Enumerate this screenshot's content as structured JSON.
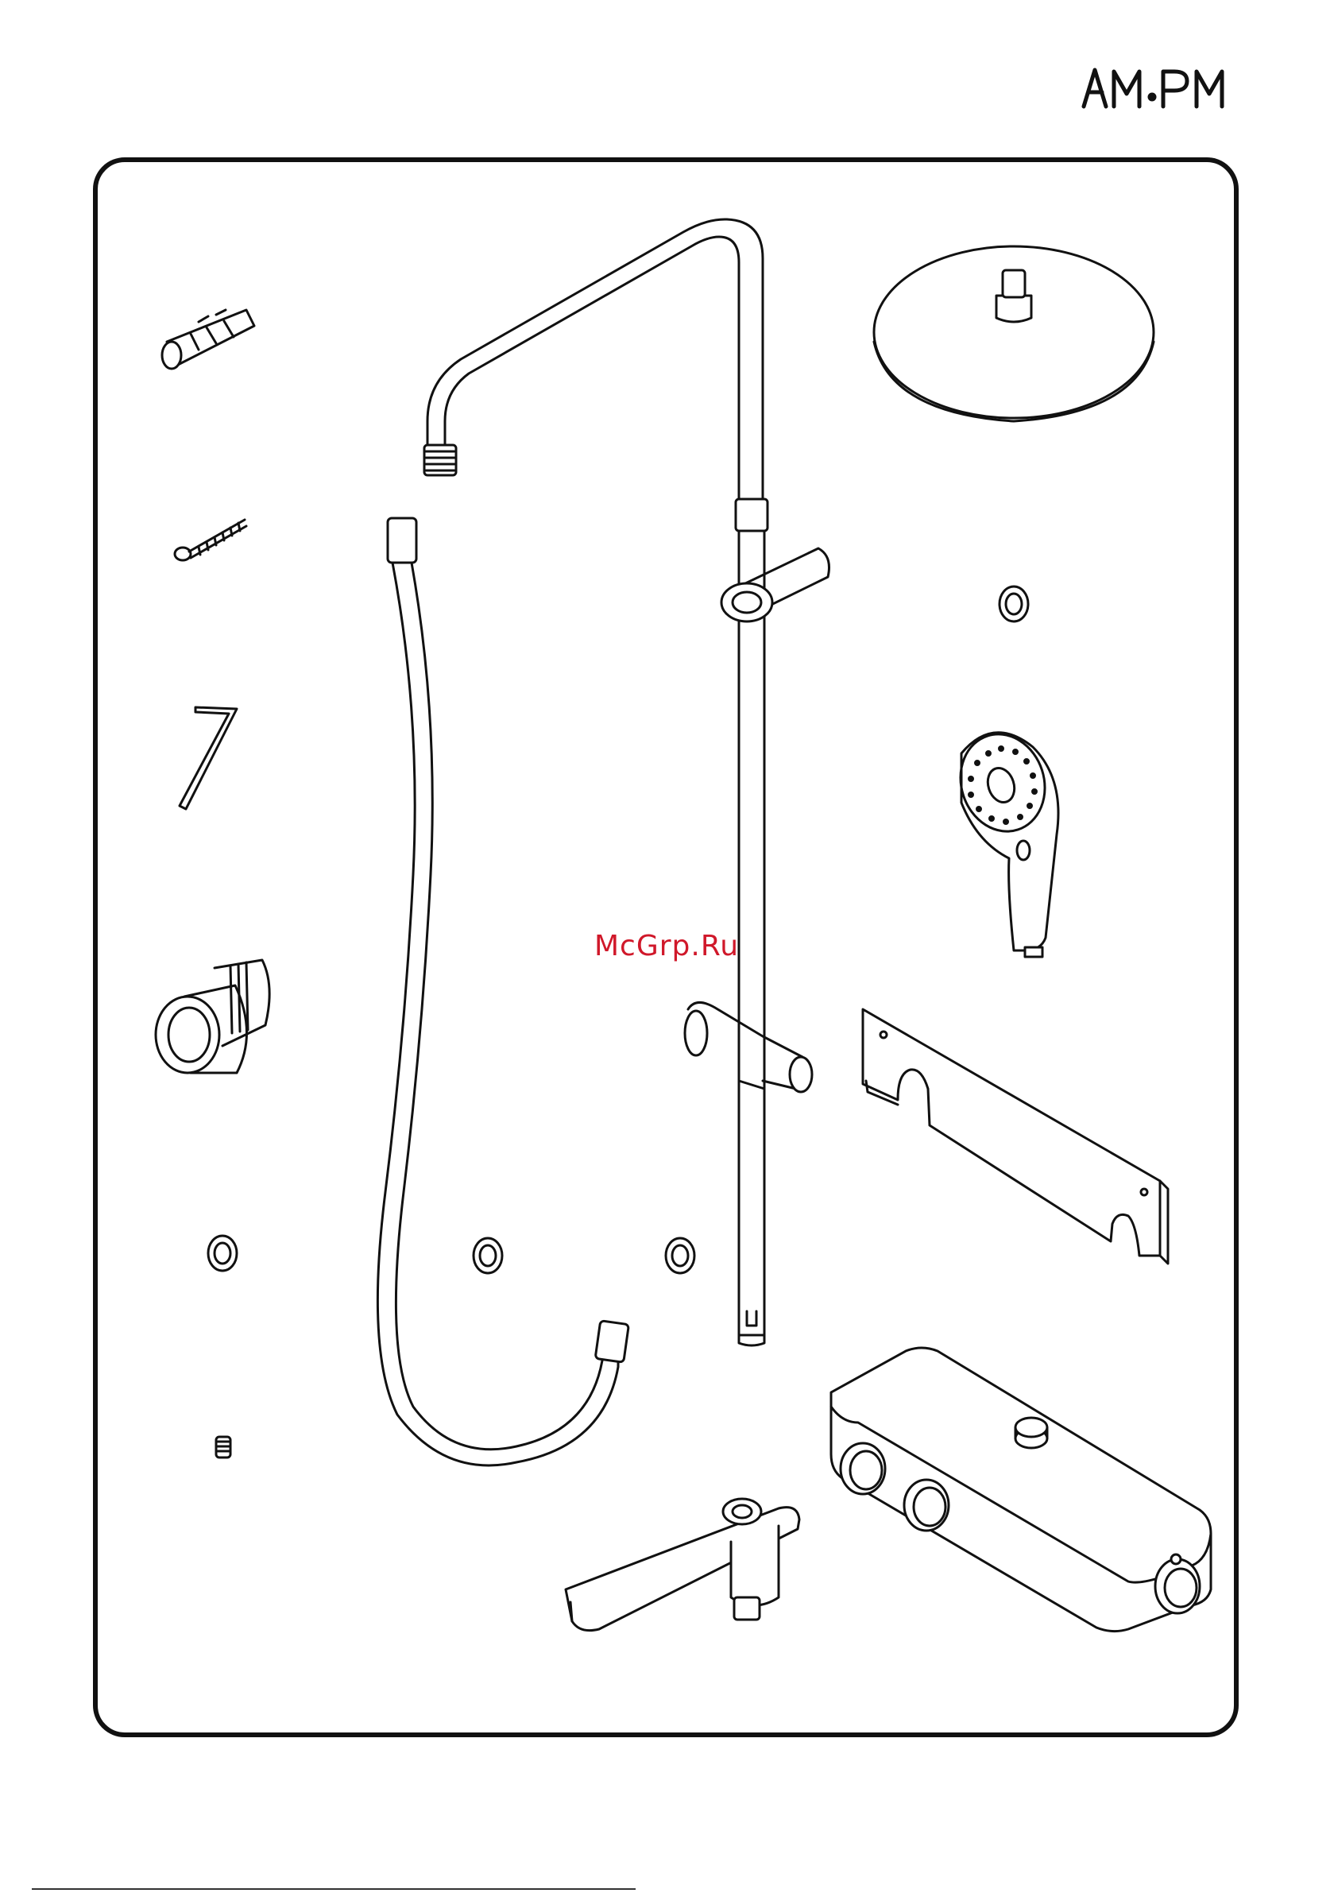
{
  "brand": {
    "logo_text": "AM·PM"
  },
  "watermark": {
    "text": "McGrp.Ru"
  },
  "parts": [
    "wall-plug",
    "screw",
    "hex-key",
    "adapter-fitting",
    "filter-washer",
    "set-screw",
    "shower-hose",
    "overhead-arm",
    "sliding-rail",
    "rail-holder",
    "hand-shower-holder",
    "washer",
    "washer",
    "rain-shower-head",
    "hand-shower",
    "mounting-template",
    "spout",
    "thermostatic-mixer"
  ]
}
